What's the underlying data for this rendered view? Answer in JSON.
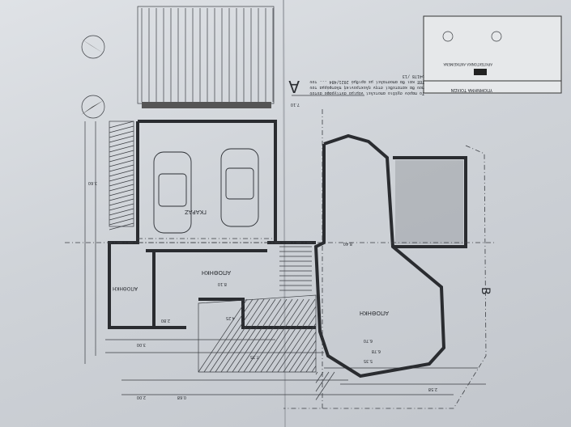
{
  "drawing": {
    "rooms": {
      "garage": "ΓΚΑΡΑΖ",
      "storage_1": "ΑΠΟΘΗΚΗ",
      "storage_2": "ΑΠΟΘΗΚΗ",
      "storage_3": "ΑΠΟΘΗΚΗ"
    },
    "section_marks": {
      "a": "A",
      "b": "B"
    },
    "note": "Το παρόν σχέδιο αποτελεί νόμιμο αντίγραφο αυτού που θα κατατεθεί στην ηλεκτρονική πλατφόρμα του ΤΕΕ και θα αποσταλεί με αριθμό 2021/484 ... του ν4178 /13",
    "title_block": {
      "header": "ΥΠΟΜΝΗΜΑ ΤΟΙΧΩΝ",
      "legend_title": "ΑΡΧΙΤΕΚΤΟΝΙΚΑ ΑΝΤΙΚΕΙΜΕΝΑ"
    },
    "dimensions": [
      "7.10",
      "8.10",
      "6.70",
      "3.60",
      "2.80",
      "6.78",
      "8.40",
      "4.25",
      "3.00",
      "7.35",
      "5.35",
      "0.68",
      "2.00",
      "2.58"
    ]
  }
}
